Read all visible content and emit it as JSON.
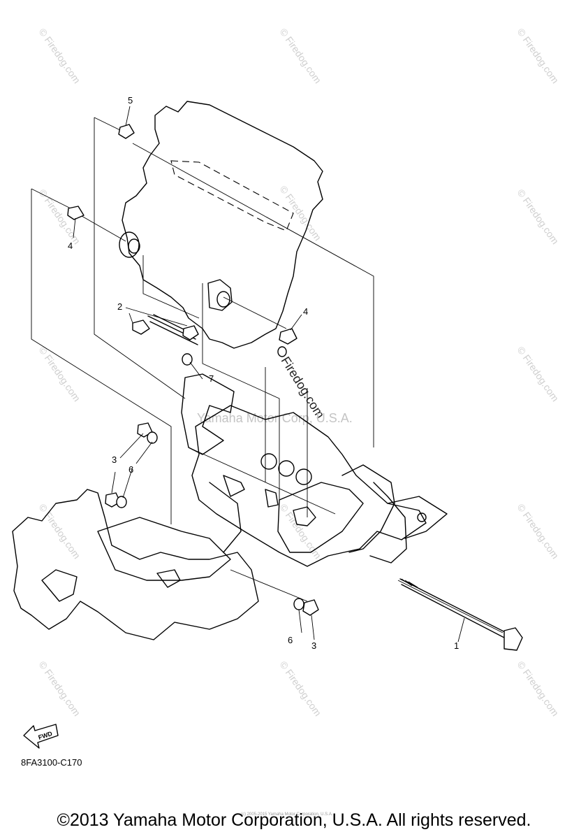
{
  "diagram": {
    "callouts": [
      "5",
      "4",
      "4",
      "2",
      "7",
      "3",
      "6",
      "6",
      "3",
      "1"
    ],
    "fwd_label": "FWD",
    "part_code": "8FA3100-C170",
    "copyright": "©2013 Yamaha Motor Corporation, U.S.A. All rights reserved.",
    "tiny_copyright": "(c) 2005-2015 Yamaha Motor Corporation, U.S.A."
  },
  "watermarks": {
    "site": "© Firedog.com",
    "site_large": "Firedog.com",
    "corp": "Yamaha Motor Corp, U.S.A."
  }
}
